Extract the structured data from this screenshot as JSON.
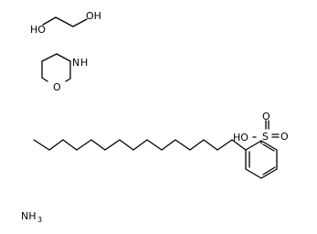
{
  "molecules": {
    "ethylene_glycol": {
      "left_label": "HO",
      "right_label": "OH"
    },
    "morpholine": {
      "nh_label": "N",
      "h_label": "H",
      "o_label": "O"
    },
    "sulfonic_acid": {
      "ho_label": "HO",
      "s_label": "S",
      "o_top_label": "O",
      "o_right_label": "O"
    },
    "ammonia": {
      "n_label": "NH",
      "subscript": "3"
    }
  }
}
